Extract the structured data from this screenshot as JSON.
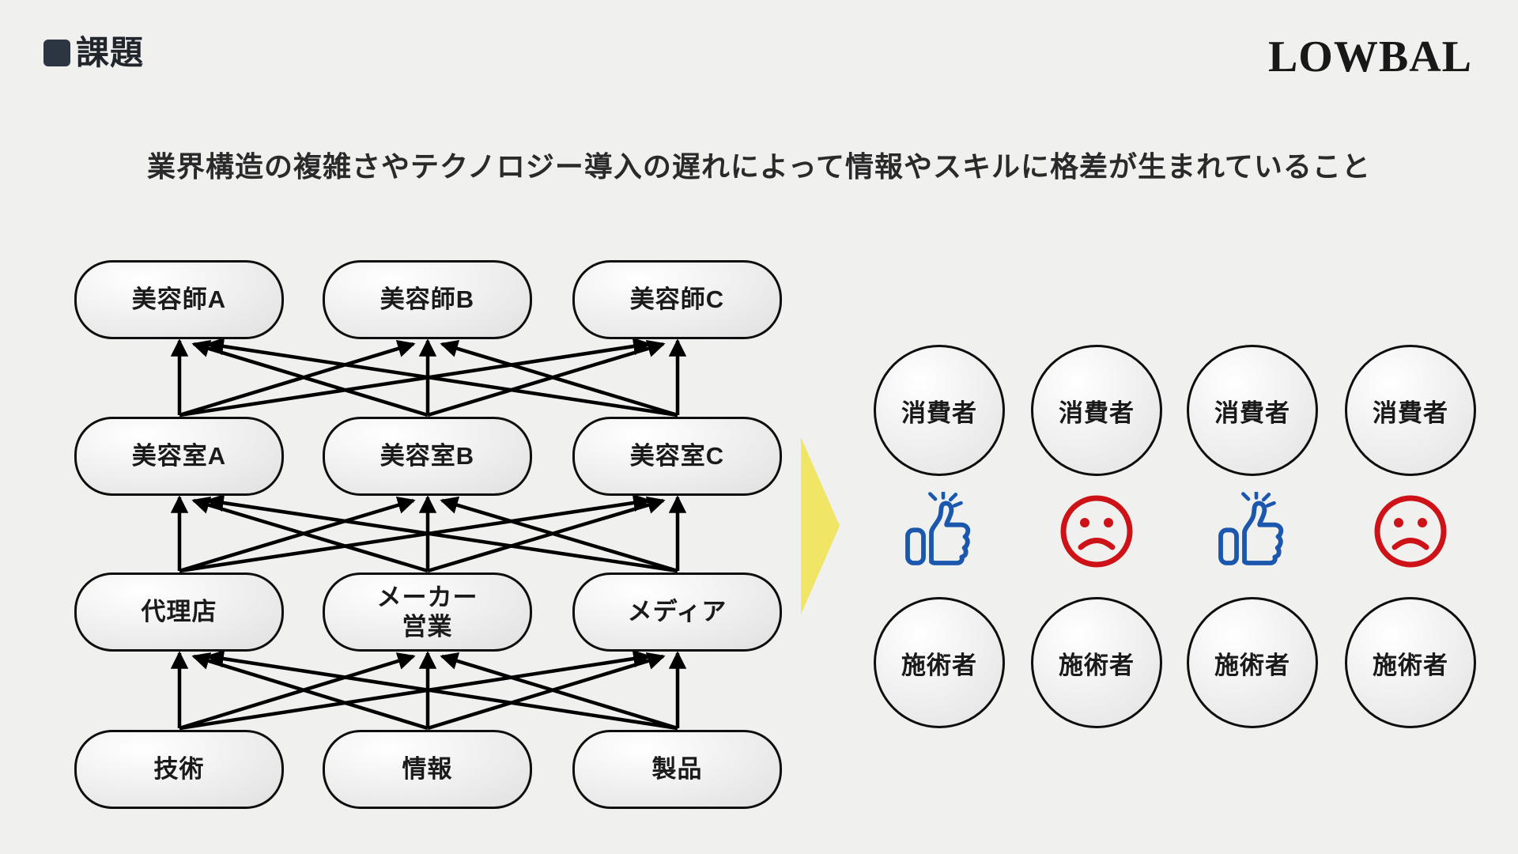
{
  "page": {
    "background": "#f0f0ef"
  },
  "header": {
    "title": "課題",
    "square_color": "#2c3642",
    "logo": "LOWBAL"
  },
  "subtitle": "業界構造の複雑さやテクノロジー導入の遅れによって情報やスキルに格差が生まれていること",
  "diagram": {
    "rows": [
      [
        "美容師A",
        "美容師B",
        "美容師C"
      ],
      [
        "美容室A",
        "美容室B",
        "美容室C"
      ],
      [
        "代理店",
        "メーカー\n営業",
        "メディア"
      ],
      [
        "技術",
        "情報",
        "製品"
      ]
    ],
    "arrow_pattern": "each lower node points to all three nodes of the row above",
    "arrow_color": "#000000"
  },
  "flow_arrow": {
    "color": "#f0e565",
    "direction": "right"
  },
  "right_panel": {
    "positive_icon": "thumbs-up-icon",
    "negative_icon": "sad-face-icon",
    "positive_color": "#1c57ae",
    "negative_color": "#cd1318",
    "columns": [
      {
        "consumer": "消費者",
        "sentiment": "positive",
        "practitioner": "施術者"
      },
      {
        "consumer": "消費者",
        "sentiment": "negative",
        "practitioner": "施術者"
      },
      {
        "consumer": "消費者",
        "sentiment": "positive",
        "practitioner": "施術者"
      },
      {
        "consumer": "消費者",
        "sentiment": "negative",
        "practitioner": "施術者"
      }
    ]
  }
}
